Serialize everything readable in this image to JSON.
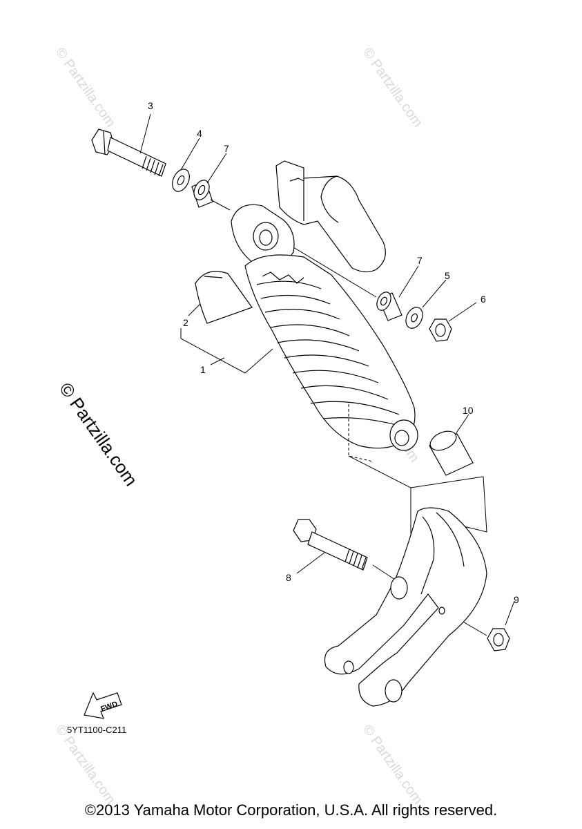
{
  "callouts": [
    "1",
    "2",
    "3",
    "4",
    "5",
    "6",
    "7",
    "7",
    "8",
    "9",
    "10"
  ],
  "fwd_arrow_label": "FWD",
  "diagram_code": "5YT1100-C211",
  "watermark_text": "© Partzilla.com",
  "copyright": "©2013 Yamaha Motor Corporation, U.S.A. All rights reserved."
}
